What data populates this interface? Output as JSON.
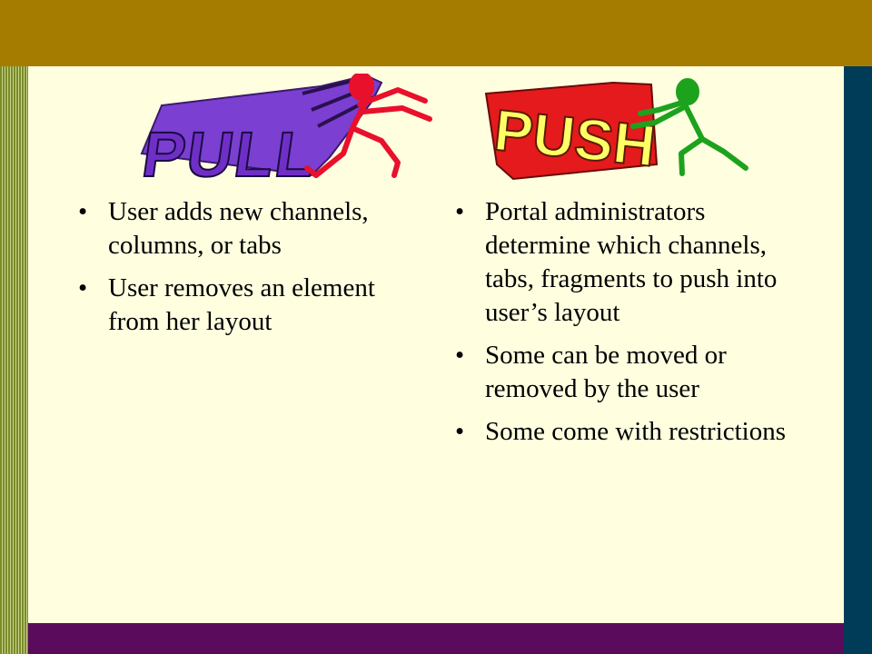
{
  "art": {
    "pull_word": "PULL",
    "push_word": "PUSH"
  },
  "left_column": {
    "bullets": [
      "User adds new channels, columns, or tabs",
      "User removes an element from her layout"
    ]
  },
  "right_column": {
    "bullets": [
      "Portal administrators determine which channels, tabs, fragments to push into user’s layout",
      "Some can be moved or removed by the user",
      "Some come with restrictions"
    ]
  },
  "colors": {
    "header_bar": "#A67C00",
    "left_stripe": "#7A8B2A",
    "right_stripe": "#003B57",
    "footer_bar": "#5B0B5B",
    "slide_background": "#FFFFE0",
    "pull_banner": "#7B3FD1",
    "pull_figure": "#E8102B",
    "push_banner": "#E41A1C",
    "push_letters": "#FFFF66",
    "push_figure": "#1DA21D"
  }
}
